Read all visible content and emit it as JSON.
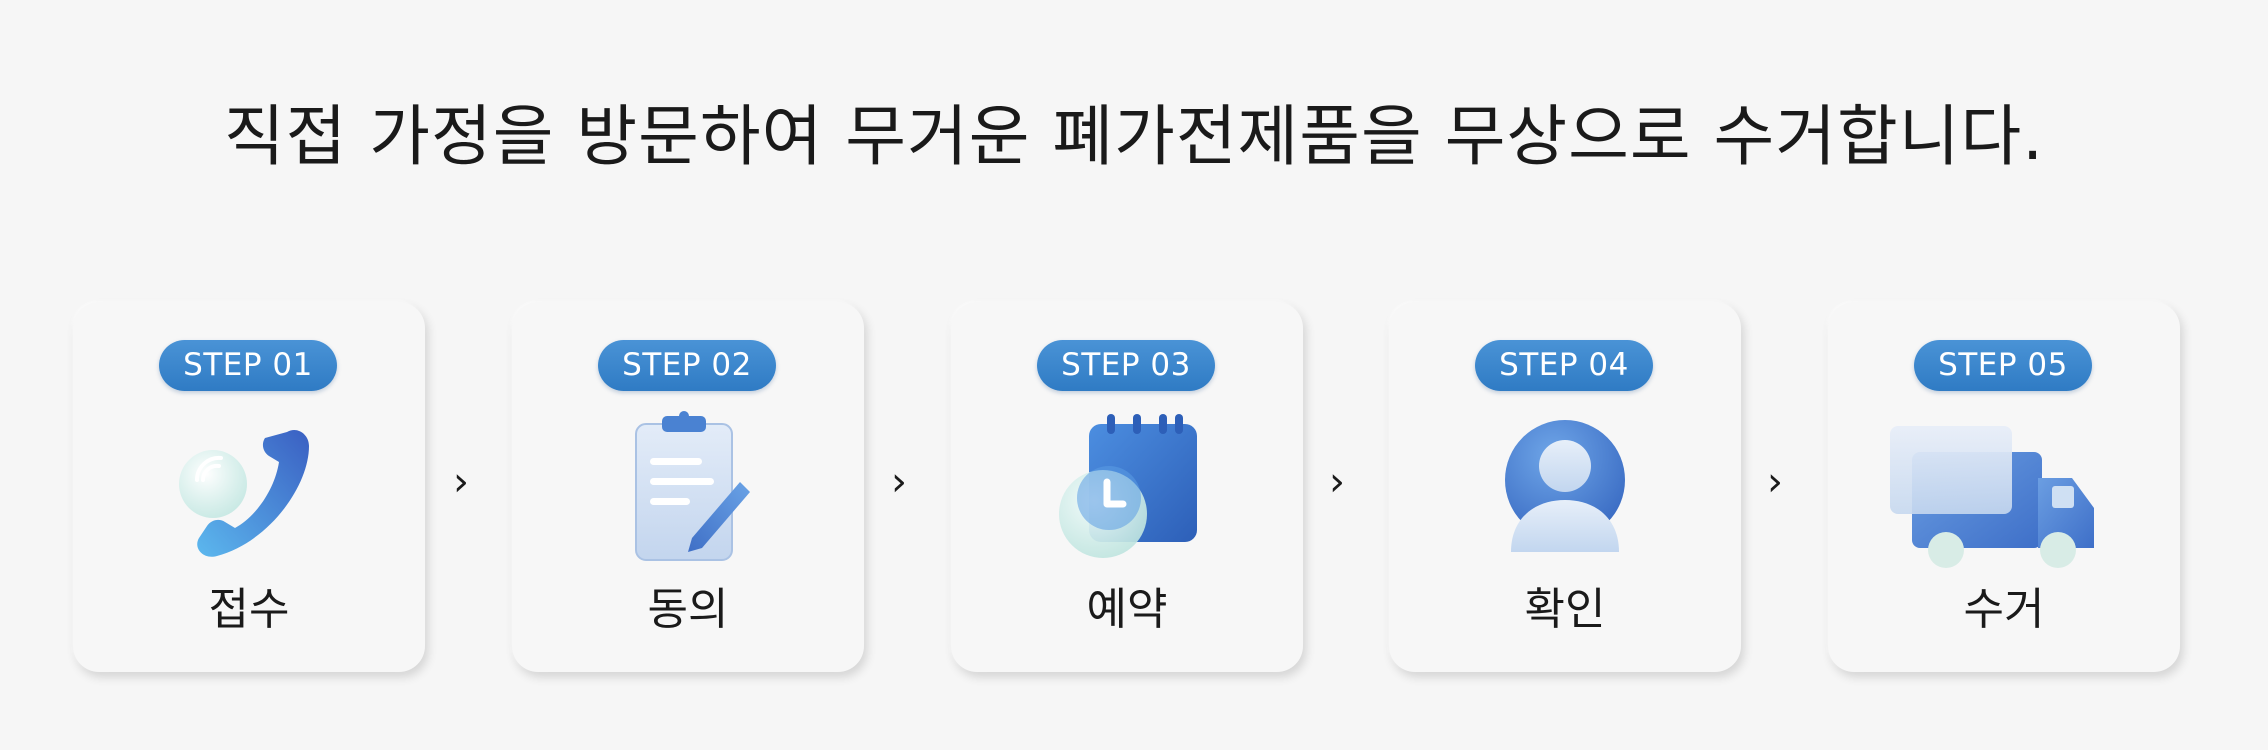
{
  "headline": "직접 가정을 방문하여 무거운 폐가전제품을 무상으로 수거합니다.",
  "steps": [
    {
      "badge": "STEP 01",
      "label": "접수",
      "icon": "phone-icon"
    },
    {
      "badge": "STEP 02",
      "label": "동의",
      "icon": "clipboard-icon"
    },
    {
      "badge": "STEP 03",
      "label": "예약",
      "icon": "calendar-clock-icon"
    },
    {
      "badge": "STEP 04",
      "label": "확인",
      "icon": "user-icon"
    },
    {
      "badge": "STEP 05",
      "label": "수거",
      "icon": "truck-icon"
    }
  ],
  "arrow_glyph": "›",
  "colors": {
    "badge": "#3a86cc",
    "icon_blue": "#3f7fd0",
    "icon_light": "#cfe0f3",
    "background": "#f6f6f6",
    "text": "#1a1a1a"
  }
}
